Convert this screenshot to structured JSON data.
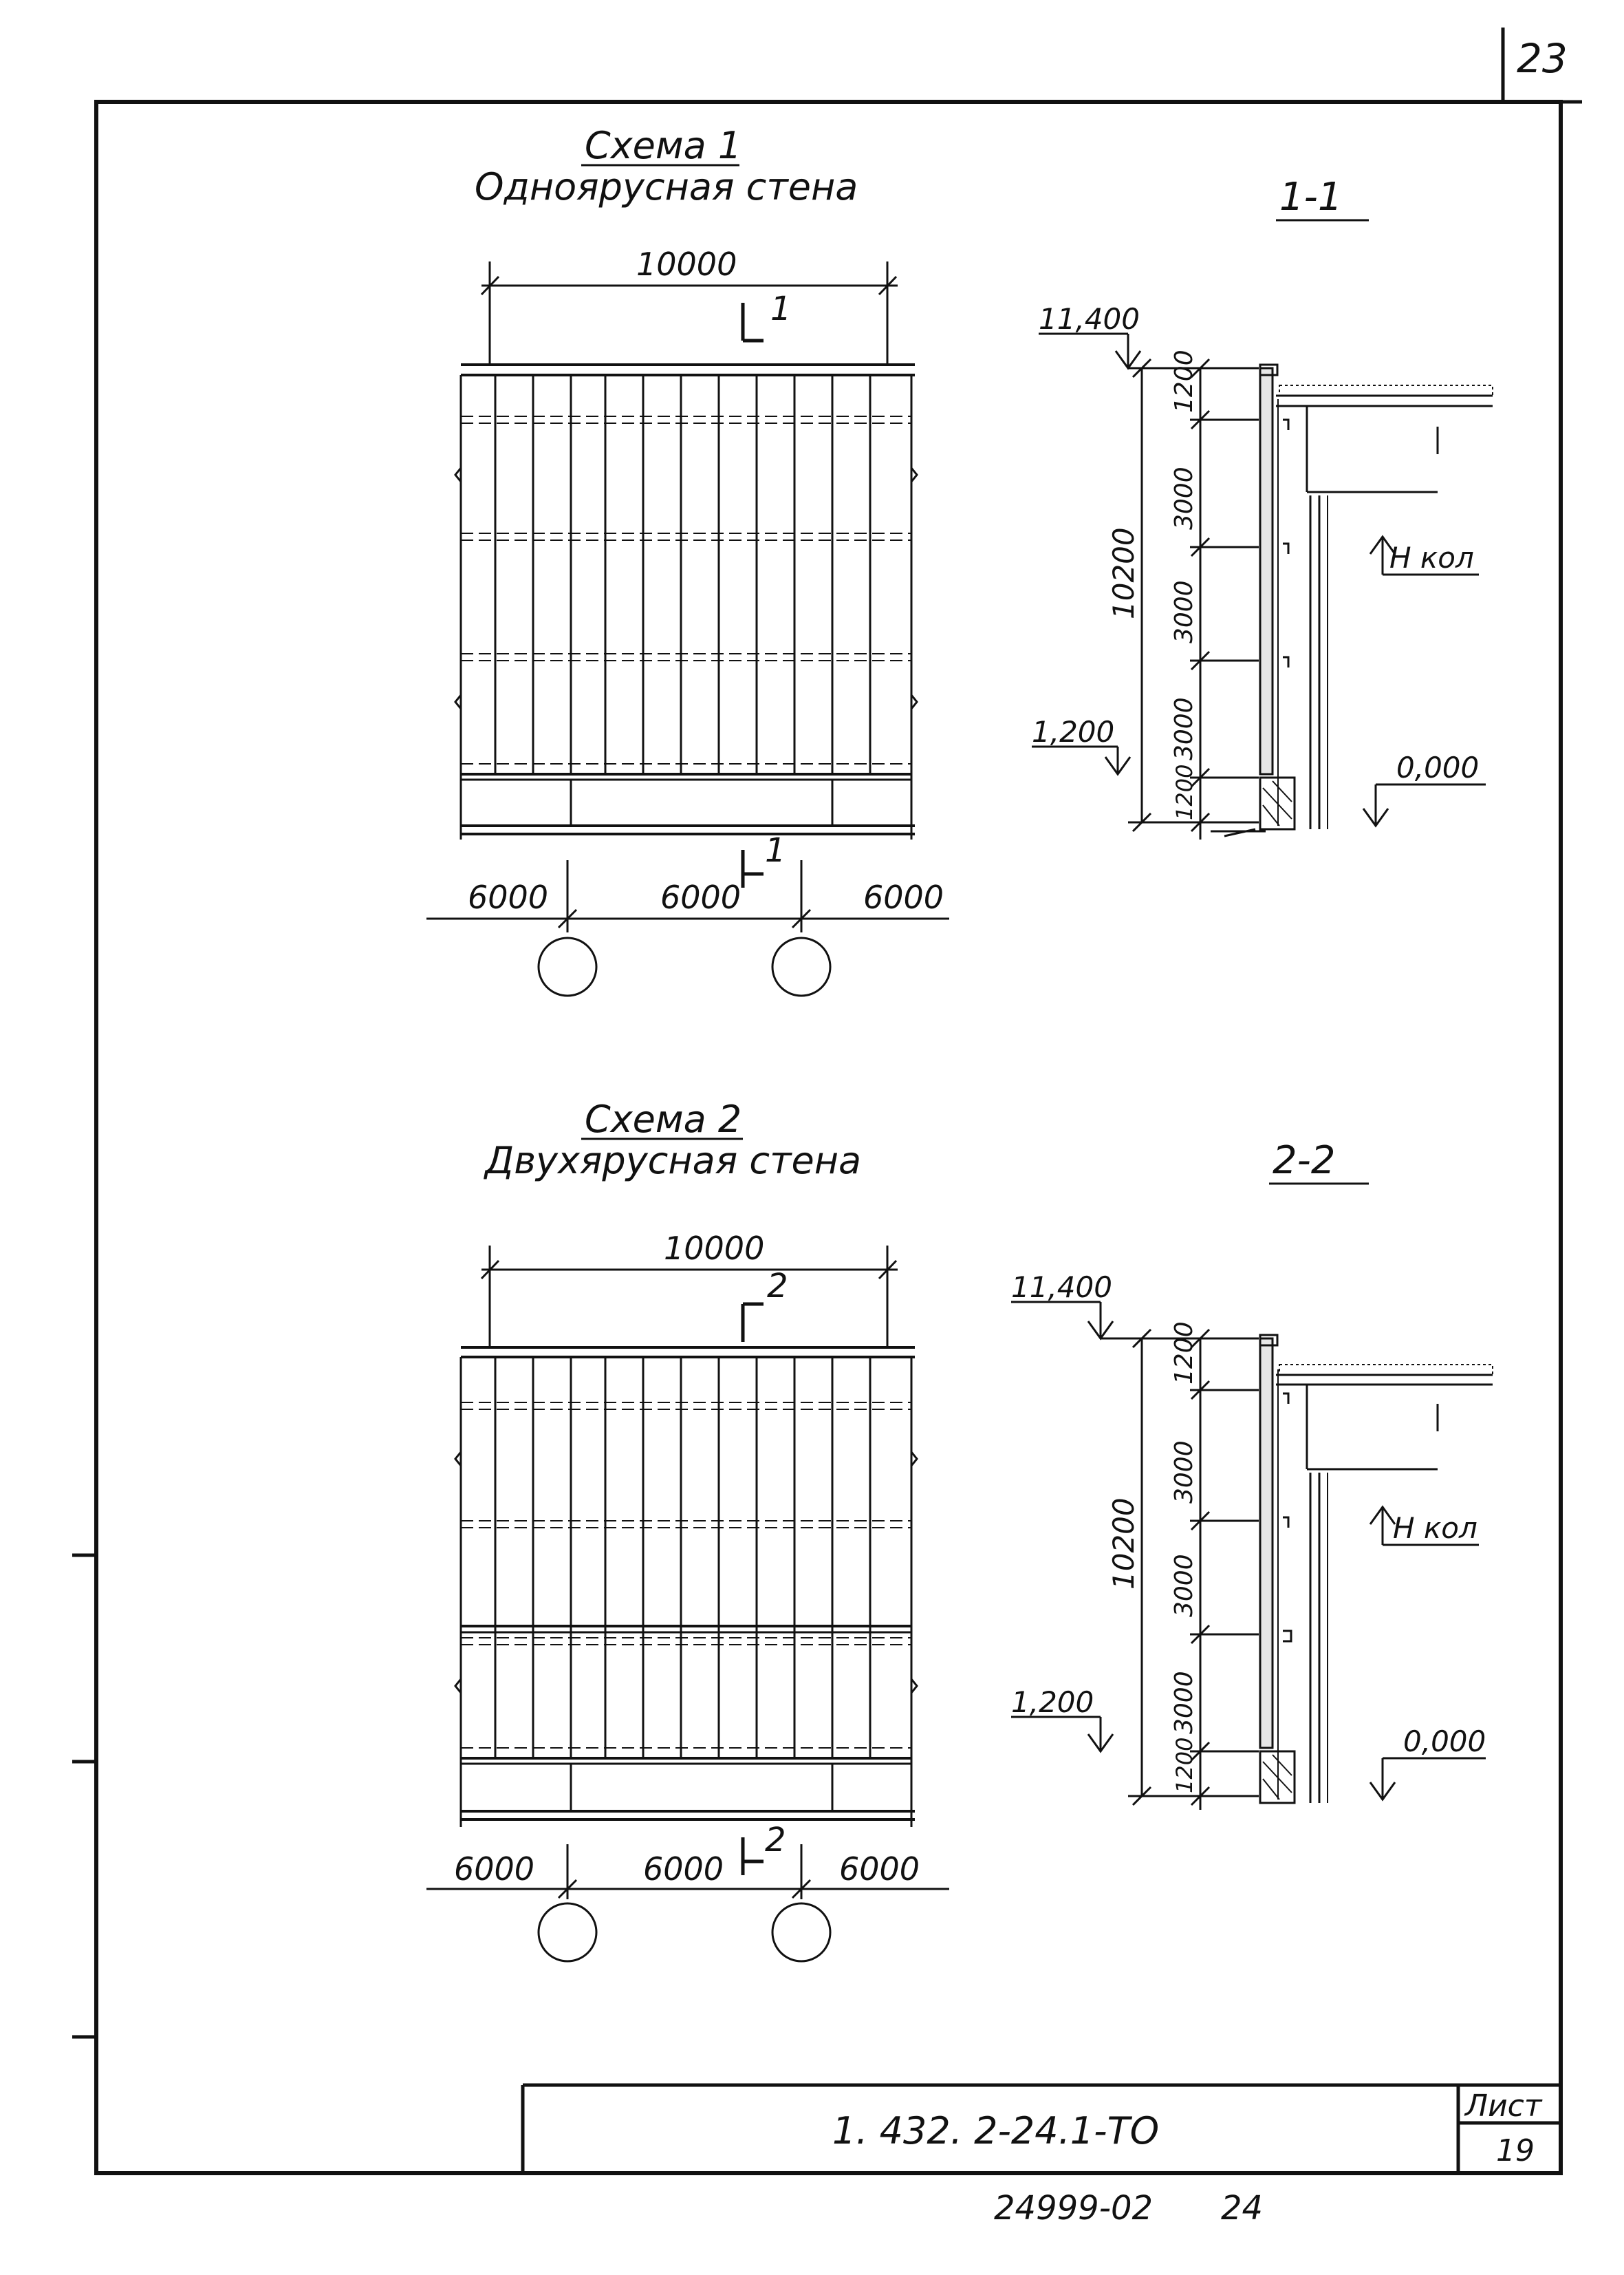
{
  "page_number_top": "23",
  "scheme1": {
    "title": "Схема 1",
    "subtitle": "Одноярусная стена",
    "width_dim": "10000",
    "cut_mark": "1",
    "spans": [
      "6000",
      "6000",
      "6000"
    ]
  },
  "section1": {
    "title": "1-1",
    "top_level": "11,400",
    "bottom_level": "1,200",
    "zero_level": "0,000",
    "column_label": "Н кол",
    "total_height": "10200",
    "segments": [
      "1200",
      "3000",
      "3000",
      "3000",
      "1200"
    ]
  },
  "scheme2": {
    "title": "Схема 2",
    "subtitle": "Двухярусная стена",
    "width_dim": "10000",
    "cut_mark": "2",
    "spans": [
      "6000",
      "6000",
      "6000"
    ]
  },
  "section2": {
    "title": "2-2",
    "top_level": "11,400",
    "bottom_level": "1,200",
    "zero_level": "0,000",
    "column_label": "Н кол",
    "total_height": "10200",
    "segments": [
      "1200",
      "3000",
      "3000",
      "3000",
      "1200"
    ]
  },
  "stamp": {
    "code": "1. 432. 2-24.1-ТО",
    "sheet_label": "Лист",
    "sheet_number": "19"
  },
  "archive_number": "24999-02",
  "archive_page": "24"
}
